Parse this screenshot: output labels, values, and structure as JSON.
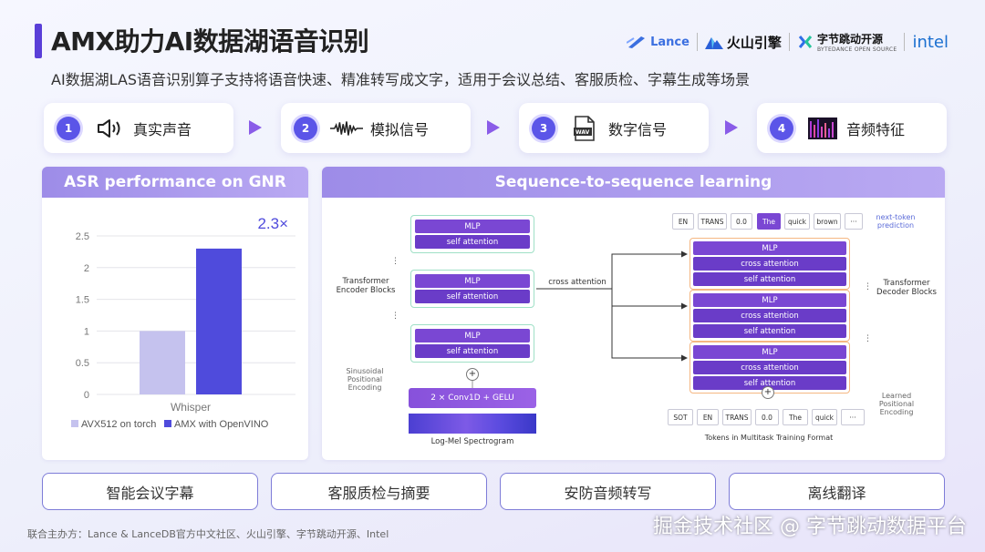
{
  "header": {
    "title": "AMX助力AI数据湖语音识别",
    "subtitle": "AI数据湖LAS语音识别算子支持将语音快速、精准转写成文字，适用于会议总结、客服质检、字幕生成等场景",
    "logos": [
      {
        "name": "Lance",
        "icon": "lance-logo-icon"
      },
      {
        "name": "火山引擎",
        "icon": "volcano-engine-logo-icon"
      },
      {
        "name": "字节跳动开源",
        "sub": "BYTEDANCE OPEN SOURCE",
        "icon": "bytedance-open-source-logo-icon"
      },
      {
        "name": "intel",
        "icon": "intel-logo-icon"
      }
    ]
  },
  "steps": [
    {
      "num": "1",
      "label": "真实声音",
      "icon": "speaker-icon"
    },
    {
      "num": "2",
      "label": "模拟信号",
      "icon": "waveform-icon"
    },
    {
      "num": "3",
      "label": "数字信号",
      "icon": "wav-file-icon",
      "icon_text": "WAV"
    },
    {
      "num": "4",
      "label": "音频特征",
      "icon": "spectrogram-icon"
    }
  ],
  "left_panel": {
    "title": "ASR performance on GNR"
  },
  "chart_data": {
    "type": "bar",
    "title": "ASR performance on GNR",
    "categories": [
      "Whisper"
    ],
    "series": [
      {
        "name": "AVX512 on torch",
        "values": [
          1.0
        ],
        "color": "#c5c2ee"
      },
      {
        "name": "AMX with OpenVINO",
        "values": [
          2.3
        ],
        "color": "#4f4bdc"
      }
    ],
    "ylim": [
      0,
      2.5
    ],
    "yticks": [
      "0",
      "0.5",
      "1",
      "1.5",
      "2",
      "2.5"
    ],
    "annotation": "2.3×",
    "grid": true,
    "legend": "bottom"
  },
  "right_panel": {
    "title": "Sequence-to-sequence learning",
    "encoder": {
      "label": "Transformer\nEncoder Blocks",
      "blocks": [
        {
          "mlp": "MLP",
          "attn": "self attention"
        },
        {
          "mlp": "MLP",
          "attn": "self attention"
        },
        {
          "mlp": "MLP",
          "attn": "self attention"
        }
      ],
      "pos_label": "Sinusoidal\nPositional\nEncoding",
      "conv": "2 × Conv1D + GELU",
      "spectrogram": "Log-Mel Spectrogram"
    },
    "cross_attention": "cross attention",
    "decoder": {
      "label": "Transformer\nDecoder Blocks",
      "blocks": [
        {
          "mlp": "MLP",
          "cross": "cross attention",
          "self": "self attention"
        },
        {
          "mlp": "MLP",
          "cross": "cross attention",
          "self": "self attention"
        },
        {
          "mlp": "MLP",
          "cross": "cross attention",
          "self": "self attention"
        }
      ],
      "pos_label": "Learned\nPositional\nEncoding",
      "next_token": "next-token\nprediction",
      "output_tokens": [
        "EN",
        "TRANS",
        "0.0",
        "The",
        "quick",
        "brown",
        "···"
      ],
      "input_tokens": [
        "SOT",
        "EN",
        "TRANS",
        "0.0",
        "The",
        "quick",
        "···"
      ],
      "input_caption": "Tokens in Multitask Training Format"
    }
  },
  "use_cases": [
    "智能会议字幕",
    "客服质检与摘要",
    "安防音频转写",
    "离线翻译"
  ],
  "footer": "联合主办方：Lance & LanceDB官方中文社区、火山引擎、字节跳动开源、Intel",
  "watermark": "掘金技术社区 @ 字节跳动数据平台",
  "colors": {
    "accent": "#5a3fd8",
    "bar_dark": "#4f4bdc",
    "bar_light": "#c5c2ee",
    "panel_head": "#a795ec"
  }
}
